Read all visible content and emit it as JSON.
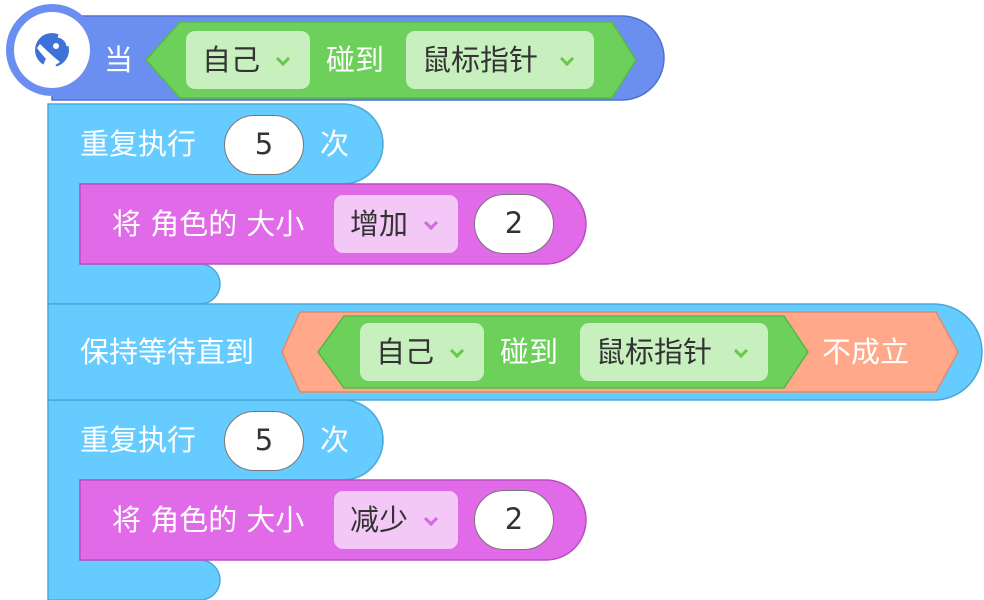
{
  "hat": {
    "when": "当",
    "sensor_object": "自己",
    "touch": "碰到",
    "sensor_target": "鼠标指针"
  },
  "repeat1": {
    "label": "重复执行",
    "count": "5",
    "unit": "次",
    "action": {
      "prefix": "将 角色的 大小",
      "op": "增加",
      "value": "2"
    }
  },
  "wait_until": {
    "label": "保持等待直到",
    "sensor_object": "自己",
    "touch": "碰到",
    "sensor_target": "鼠标指针",
    "negation": "不成立"
  },
  "repeat2": {
    "label": "重复执行",
    "count": "5",
    "unit": "次",
    "action": {
      "prefix": "将 角色的 大小",
      "op": "减少",
      "value": "2"
    }
  },
  "colors": {
    "event_blue": "#6b8ff0",
    "control_blue": "#66ccff",
    "sensor_green": "#6cd05a",
    "looks_magenta": "#e06ae8",
    "operator_salmon": "#ffa98a"
  },
  "icons": {
    "hat": "satellite-dish-icon",
    "dropdown": "chevron-down-icon"
  }
}
